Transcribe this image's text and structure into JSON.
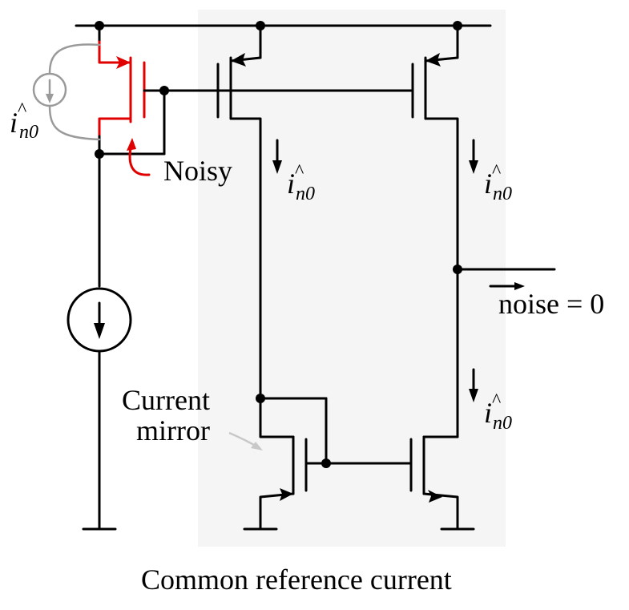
{
  "caption": "Common reference current",
  "labels": {
    "noisy": "Noisy",
    "current_mirror_line1": "Current",
    "current_mirror_line2": "mirror",
    "noise_output": "noise = 0",
    "noise_current": {
      "main": "i",
      "hat": "^",
      "subscript": "n0"
    }
  },
  "colors": {
    "wire": "#000000",
    "noisy_transistor": "#e00000",
    "noise_source": "#9a9a9a",
    "shaded_region": "#f5f5f5"
  }
}
